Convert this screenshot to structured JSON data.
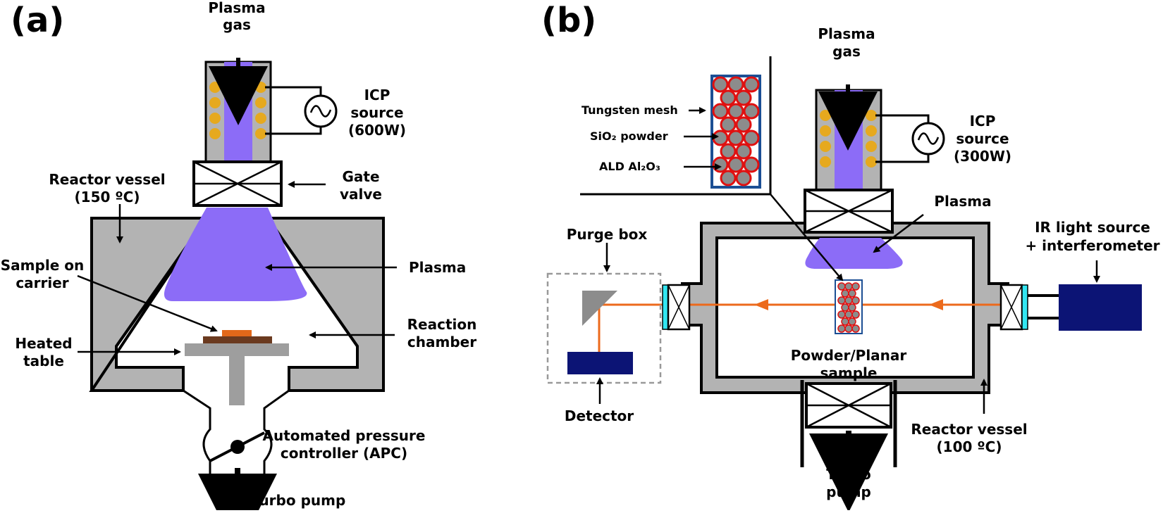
{
  "panels": {
    "a": {
      "letter": "(a)",
      "plasma_gas": [
        "Plasma",
        "gas"
      ],
      "icp_source": [
        "ICP",
        "source",
        "(600W)"
      ],
      "reactor_vessel": [
        "Reactor vessel",
        "(150 ºC)"
      ],
      "gate_valve": [
        "Gate",
        "valve"
      ],
      "sample": [
        "Sample on",
        "carrier"
      ],
      "plasma": "Plasma",
      "heated_table": [
        "Heated",
        "table"
      ],
      "reaction_chamber": [
        "Reaction",
        "chamber"
      ],
      "apc": [
        "Automated pressure",
        "controller (APC)"
      ],
      "turbo_pump": "Turbo pump"
    },
    "b": {
      "letter": "(b)",
      "plasma_gas": [
        "Plasma",
        "gas"
      ],
      "icp_source": [
        "ICP",
        "source",
        "(300W)"
      ],
      "tungsten_mesh": "Tungsten mesh",
      "sio2_powder": "SiO₂ powder",
      "ald_al2o3": "ALD Al₂O₃",
      "plasma": "Plasma",
      "purge_box": "Purge box",
      "ir_source": [
        "IR light source",
        "+ interferometer"
      ],
      "powder_sample": [
        "Powder/Planar",
        "sample"
      ],
      "detector": "Detector",
      "reactor_vessel": [
        "Reactor vessel",
        "(100 ºC)"
      ],
      "turbo_pump": [
        "Turbo",
        "pump"
      ]
    }
  },
  "colors": {
    "plasma": "#8c6cf7",
    "wall_gray": "#b3b3b3",
    "coil_gold": "#e6a91e",
    "ir_beam": "#ec6a1c",
    "window_cyan": "#33e6f2",
    "navy": "#0c1475",
    "sample_brown": "#6b3a1f",
    "sample_orange": "#e2681a",
    "particle_gray": "#8c8c8c",
    "particle_red": "#e01010",
    "mesh_frame": "#1c4f94"
  }
}
